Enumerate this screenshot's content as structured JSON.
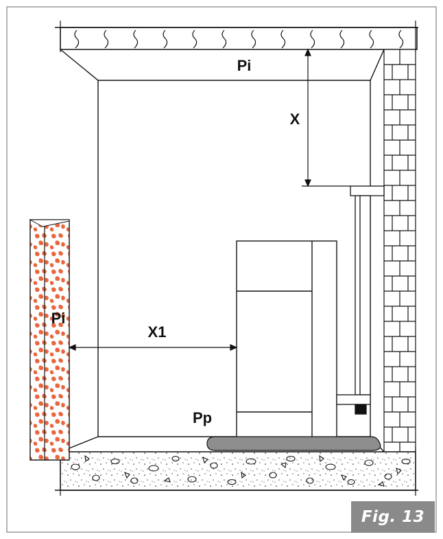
{
  "labels": {
    "ceiling": "Pi",
    "side_wall": "Pi",
    "x_distance": "X",
    "x1_distance": "X1",
    "floor_plate": "Pp"
  },
  "figure_label": "Fig. 13",
  "colors": {
    "line": "#111111",
    "brick_wall_fill": "#e8673f",
    "floor_plate_fill": "#8e8e8e",
    "figure_label_bg": "#8a8a8a",
    "frame_border": "#9a9a9a"
  }
}
